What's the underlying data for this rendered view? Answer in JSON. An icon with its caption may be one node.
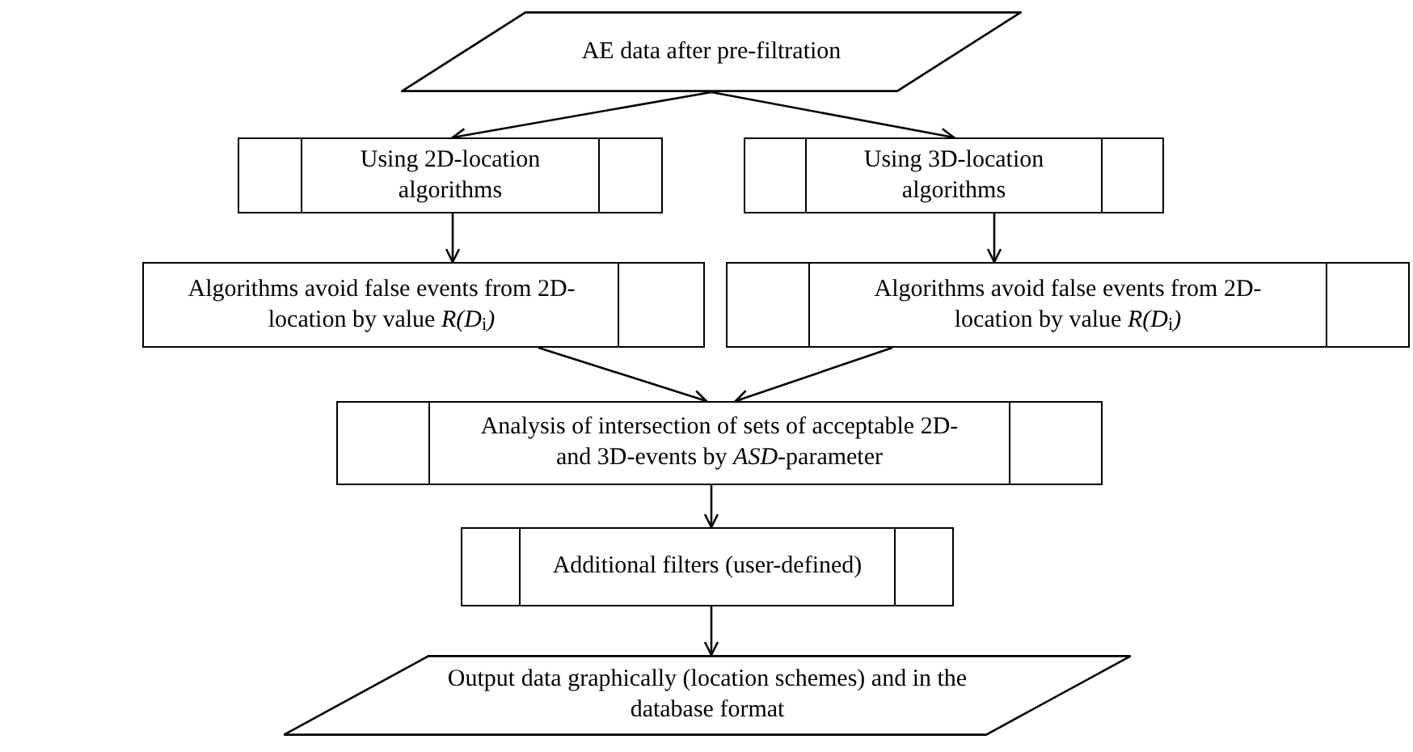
{
  "diagram": {
    "nodes": [
      {
        "text": [
          "AE data after pre-filtration"
        ]
      },
      {
        "text": [
          "Using 2D-location algorithms"
        ]
      },
      {
        "text": [
          "Using 3D-location algorithms"
        ]
      },
      {
        "text": [
          "Algorithms avoid false events from 2D-location by value *R(D*$_{i}$*)*"
        ]
      },
      {
        "text": [
          "Algorithms avoid false events from 2D-location by value *R(D*$_{i}$*)*"
        ]
      },
      {
        "text": [
          "Analysis of intersection of sets of acceptable 2D- and 3D-events by *ASD*-parameter"
        ]
      },
      {
        "text": [
          "Additional filters (user-defined)"
        ]
      },
      {
        "text": [
          "Output data graphically (location schemes) and in the database format"
        ]
      }
    ],
    "edges": [
      {
        "from": 0,
        "to": 1,
        "arrow": "to"
      },
      {
        "from": 0,
        "to": 2,
        "arrow": "to"
      },
      {
        "from": 1,
        "to": 3,
        "arrow": "to"
      },
      {
        "from": 2,
        "to": 4,
        "arrow": "to"
      },
      {
        "from": 3,
        "to": 5,
        "arrow": "to"
      },
      {
        "from": 4,
        "to": 5,
        "arrow": "to"
      },
      {
        "from": 5,
        "to": 6,
        "arrow": "to"
      },
      {
        "from": 6,
        "to": 7,
        "arrow": "to"
      }
    ]
  }
}
